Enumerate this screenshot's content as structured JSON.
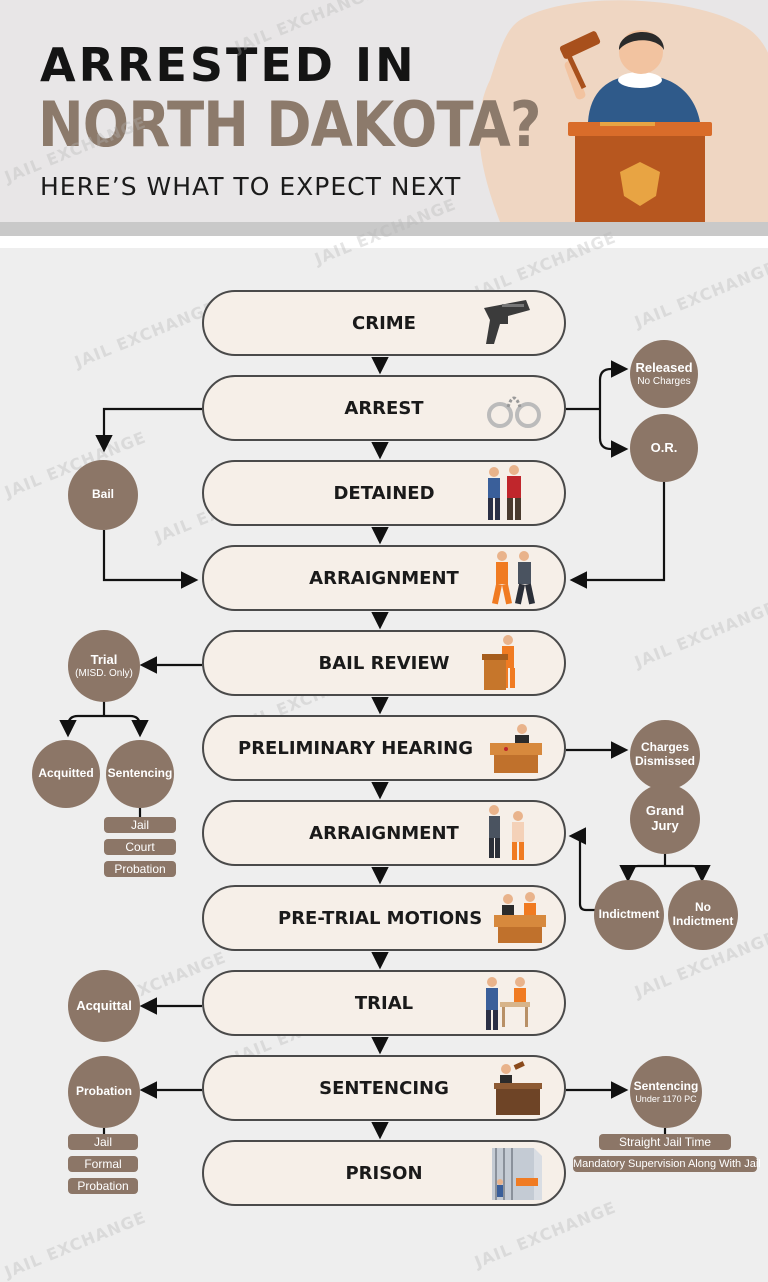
{
  "header": {
    "title_line1": "ARRESTED IN",
    "title_line2": "NORTH DAKOTA?",
    "title_line3": "HERE’S WHAT TO EXPECT NEXT"
  },
  "watermark": "JAIL EXCHANGE",
  "steps": [
    "CRIME",
    "ARREST",
    "DETAINED",
    "ARRAIGNMENT",
    "BAIL REVIEW",
    "PRELIMINARY HEARING",
    "ARRAIGNMENT",
    "PRE-TRIAL MOTIONS",
    "TRIAL",
    "SENTENCING",
    "PRISON"
  ],
  "side": {
    "released": {
      "label": "Released",
      "sub": "No Charges"
    },
    "or": {
      "label": "O.R."
    },
    "bail": {
      "label": "Bail"
    },
    "trial": {
      "label": "Trial",
      "sub": "(MISD. Only)"
    },
    "acquitted": {
      "label": "Acquitted"
    },
    "sentencing_left": {
      "label": "Sentencing"
    },
    "sentencing_pills": [
      "Jail",
      "Court",
      "Probation"
    ],
    "charges_dismissed": {
      "label": "Charges Dismissed"
    },
    "grand_jury": {
      "label": "Grand Jury"
    },
    "indictment": {
      "label": "Indictment"
    },
    "no_indictment": {
      "label": "No Indictment"
    },
    "acquittal": {
      "label": "Acquittal"
    },
    "probation": {
      "label": "Probation"
    },
    "probation_pills": [
      "Jail",
      "Formal",
      "Probation"
    ],
    "sentencing_right": {
      "label": "Sentencing",
      "sub": "Under 1170 PC"
    },
    "sentencing_right_pills": [
      "Straight Jail Time",
      "Mandatory Supervision Along With Jail"
    ]
  },
  "colors": {
    "accent": "#8c7667",
    "title_brown": "#8c7a6b",
    "step_fill": "#f6efe8"
  }
}
